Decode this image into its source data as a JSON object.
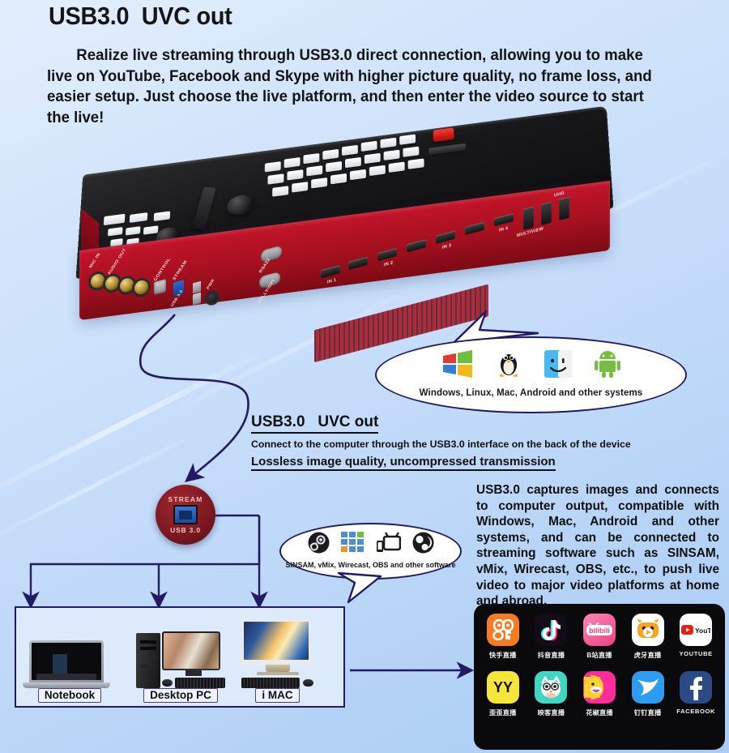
{
  "header": {
    "title": "USB3.0  UVC out",
    "intro": "Realize live streaming through USB3.0 direct connection, allowing you to make live on YouTube, Facebook and Skype with higher picture quality, no frame loss, and easier setup. Just choose the live platform, and then enter the video source to start the live!"
  },
  "device": {
    "alt": "red video switcher",
    "port_labels": [
      "MIC IN",
      "AUDIO OUT",
      "MIC IN",
      "AUDIO OUT",
      "CONTROL",
      "STREAM",
      "USB 3.0",
      "PWR",
      "RS422",
      "TALLY/GPI",
      "IN 1",
      "IN 2",
      "IN 3",
      "IN 4",
      "MULTIVIEW",
      "UHD"
    ]
  },
  "os_bubble": {
    "caption": "Windows,  Linux,  Mac,  Android and other systems",
    "icons": [
      "windows-icon",
      "linux-icon",
      "mac-icon",
      "android-icon"
    ]
  },
  "uvc": {
    "heading": "USB3.0   UVC out",
    "subtitle": "Connect to the computer through the USB3.0 interface on the back of the device",
    "highlight": "Lossless image quality, uncompressed transmission"
  },
  "stream_badge": {
    "top_label": "STREAM",
    "bottom_label": "USB 3.0"
  },
  "software_bubble": {
    "caption": "SINSAM,  vMix,  Wirecast,  OBS and other software",
    "icons": [
      "sinsam-icon",
      "vmix-icon",
      "wirecast-icon",
      "obs-icon"
    ]
  },
  "right_paragraph": {
    "text": "USB3.0 captures images and connects to computer output, compatible with Windows, Mac, Android and other systems, and can be connected to streaming software such as SINSAM, vMix, Wirecast, OBS, etc., to push live video to major video platforms at home and abroad."
  },
  "devices": [
    {
      "label": "Notebook",
      "icon": "laptop-icon"
    },
    {
      "label": "Desktop PC",
      "icon": "desktop-pc-icon"
    },
    {
      "label": "i MAC",
      "icon": "imac-icon"
    }
  ],
  "platforms": {
    "row1": [
      {
        "name": "快手直播",
        "icon": "kuaishou-icon",
        "color": "#f47b20",
        "latin": false
      },
      {
        "name": "抖音直播",
        "icon": "douyin-icon",
        "color": "#130c16",
        "latin": false
      },
      {
        "name": "B站直播",
        "icon": "bilibili-icon",
        "color": "#f06292",
        "latin": false
      },
      {
        "name": "虎牙直播",
        "icon": "huya-icon",
        "color": "#ffffff",
        "latin": false
      },
      {
        "name": "YOUTUBE",
        "icon": "youtube-icon",
        "color": "#ffffff",
        "latin": true
      }
    ],
    "row2": [
      {
        "name": "歪歪直播",
        "icon": "yy-icon",
        "color": "#f5e63c",
        "latin": false
      },
      {
        "name": "映客直播",
        "icon": "inke-icon",
        "color": "#3fd6c4",
        "latin": false
      },
      {
        "name": "花椒直播",
        "icon": "huajiao-icon",
        "color": "#ff2d9a",
        "latin": false
      },
      {
        "name": "钉钉直播",
        "icon": "dingtalk-icon",
        "color": "#2d9cf0",
        "latin": false
      },
      {
        "name": "FACEBOOK",
        "icon": "facebook-icon",
        "color": "#2b4a86",
        "latin": true
      }
    ]
  },
  "colors": {
    "accent_navy": "#231a63",
    "device_red": "#a3101f",
    "background_blue": "#c3dbf9"
  }
}
